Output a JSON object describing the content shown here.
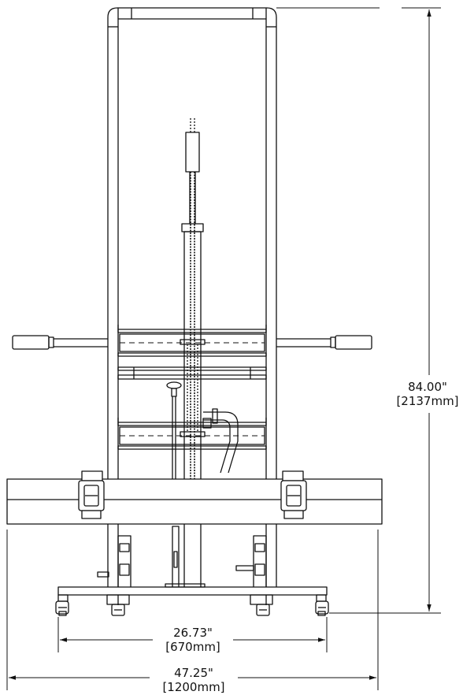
{
  "dimensions": {
    "height": {
      "inch": "84.00\"",
      "mm": "[2137mm]"
    },
    "base_width": {
      "inch": "26.73\"",
      "mm": "[670mm]"
    },
    "overall_width": {
      "inch": "47.25\"",
      "mm": "[1200mm]"
    }
  },
  "colors": {
    "line": "#111111",
    "background": "#ffffff"
  }
}
